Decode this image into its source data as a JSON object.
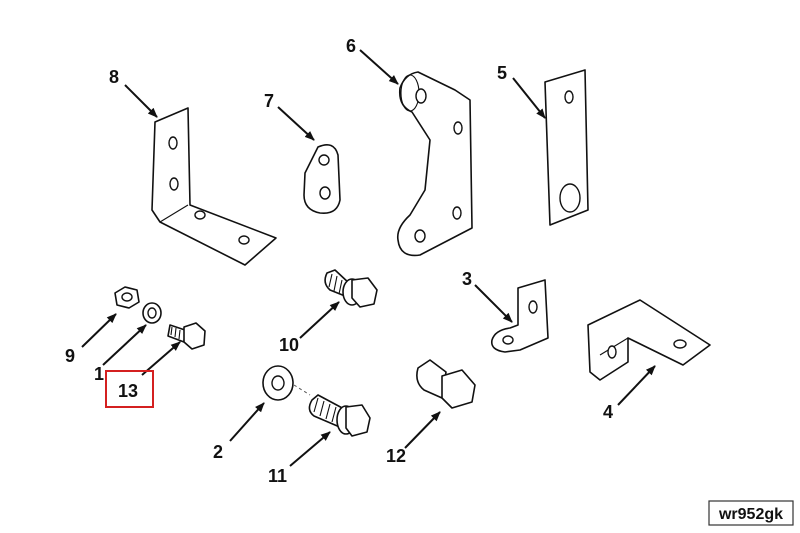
{
  "diagram": {
    "callouts": [
      {
        "id": "1",
        "label": "1"
      },
      {
        "id": "2",
        "label": "2"
      },
      {
        "id": "3",
        "label": "3"
      },
      {
        "id": "4",
        "label": "4"
      },
      {
        "id": "5",
        "label": "5"
      },
      {
        "id": "6",
        "label": "6"
      },
      {
        "id": "7",
        "label": "7"
      },
      {
        "id": "8",
        "label": "8"
      },
      {
        "id": "9",
        "label": "9"
      },
      {
        "id": "10",
        "label": "10"
      },
      {
        "id": "11",
        "label": "11"
      },
      {
        "id": "12",
        "label": "12"
      },
      {
        "id": "13",
        "label": "13"
      }
    ],
    "highlighted_callout": "13",
    "highlight_color": "#d42020",
    "reference_code": "wr952gk"
  }
}
